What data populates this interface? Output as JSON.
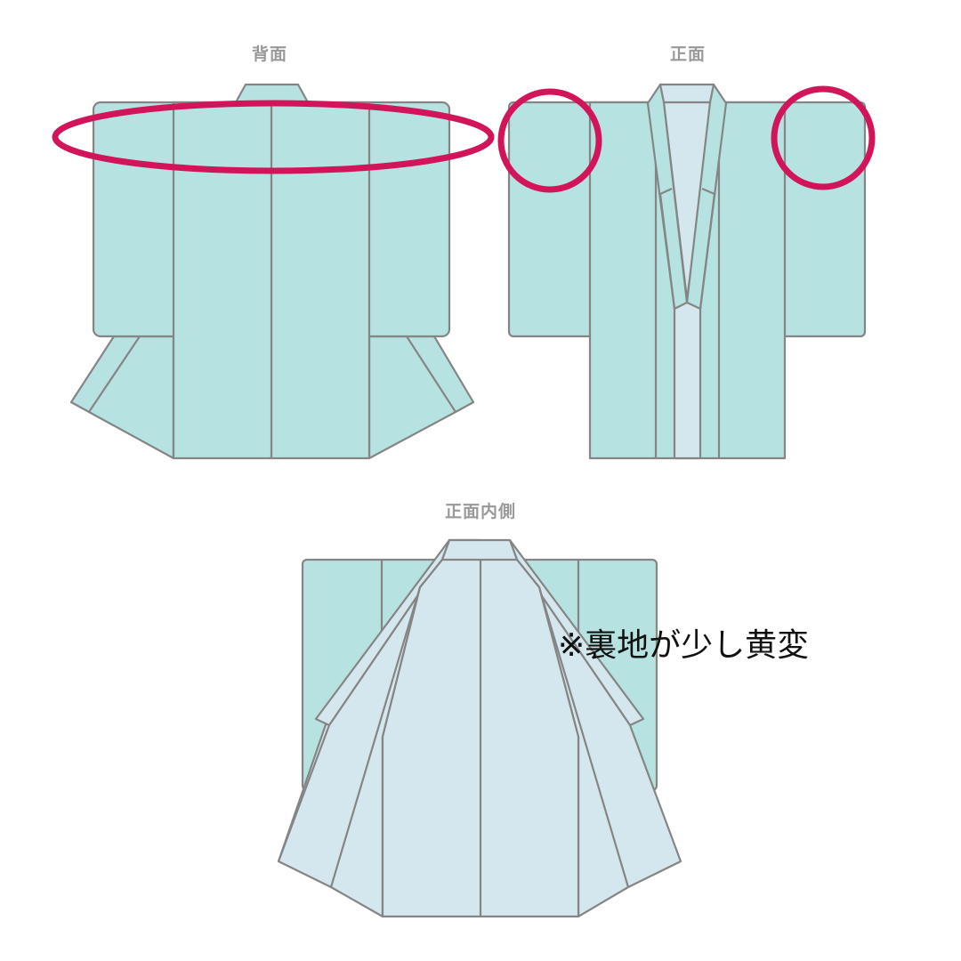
{
  "views": {
    "back": {
      "label": "背面"
    },
    "front": {
      "label": "正面"
    },
    "inside": {
      "label": "正面内側"
    }
  },
  "annotation": {
    "note": "※裏地が少し黄変"
  },
  "colors": {
    "outer_fabric": "#b6e2e1",
    "lining_fabric": "#d5e7ee",
    "outline": "#858585",
    "highlight_mark": "#d2145a",
    "label_text": "#999999"
  },
  "highlights": [
    {
      "view": "back",
      "shape": "ellipse",
      "region": "shoulder-line"
    },
    {
      "view": "front",
      "shape": "circle",
      "region": "left-sleeve-top"
    },
    {
      "view": "front",
      "shape": "circle",
      "region": "right-sleeve-top"
    }
  ]
}
